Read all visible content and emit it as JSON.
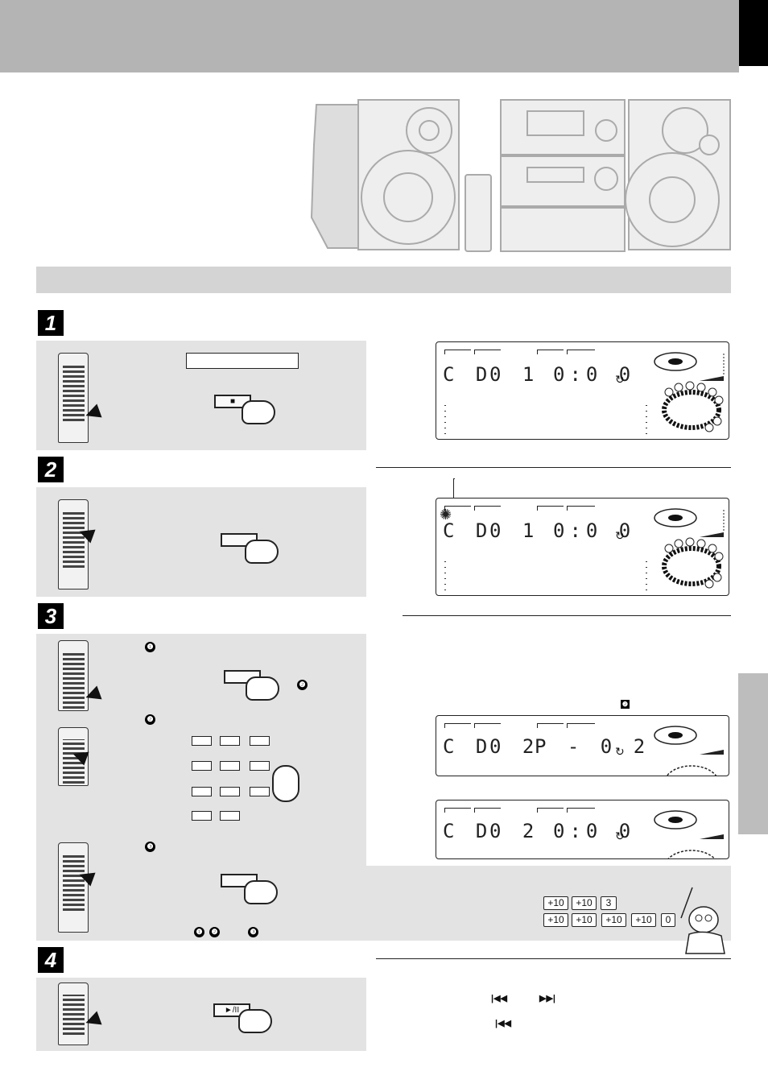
{
  "steps": [
    "1",
    "2",
    "3",
    "4"
  ],
  "substeps": [
    "❶",
    "❷",
    "❸"
  ],
  "stop_key": "■",
  "play_pause_key": "►/II",
  "displays": [
    {
      "source": "C D",
      "track": "0 1",
      "time": "0:0 0"
    },
    {
      "source": "C D",
      "track": "0 1",
      "time": "0:0 0"
    },
    {
      "source": "C D",
      "track": "0 2",
      "time": "P - 0 2"
    },
    {
      "source": "C D",
      "track": "0 2",
      "time": "0:0 0"
    }
  ],
  "examples": {
    "row1": [
      "+10",
      "+10",
      "3"
    ],
    "row2": [
      "+10",
      "+10",
      "+10",
      "+10",
      "0"
    ]
  },
  "notes": {
    "skip_back": "|◀◀",
    "skip_fwd": "▶▶|",
    "skip_back2": "|◀◀"
  }
}
